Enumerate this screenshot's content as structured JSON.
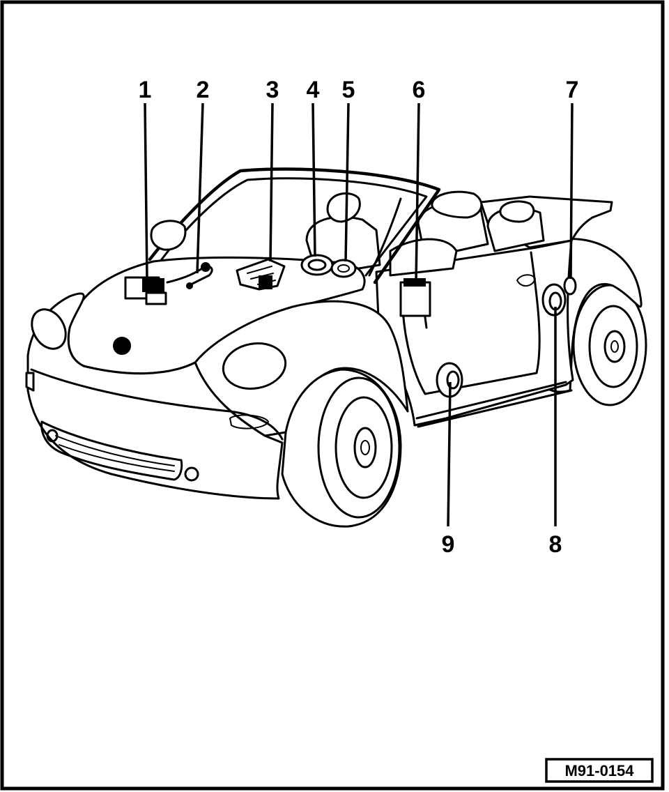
{
  "figure": {
    "reference_code": "M91-0154",
    "frame_color": "#000000",
    "background_color": "#ffffff"
  },
  "callouts": [
    {
      "id": "1",
      "label": "1"
    },
    {
      "id": "2",
      "label": "2"
    },
    {
      "id": "3",
      "label": "3"
    },
    {
      "id": "4",
      "label": "4"
    },
    {
      "id": "5",
      "label": "5"
    },
    {
      "id": "6",
      "label": "6"
    },
    {
      "id": "7",
      "label": "7"
    },
    {
      "id": "8",
      "label": "8"
    },
    {
      "id": "9",
      "label": "9"
    }
  ]
}
